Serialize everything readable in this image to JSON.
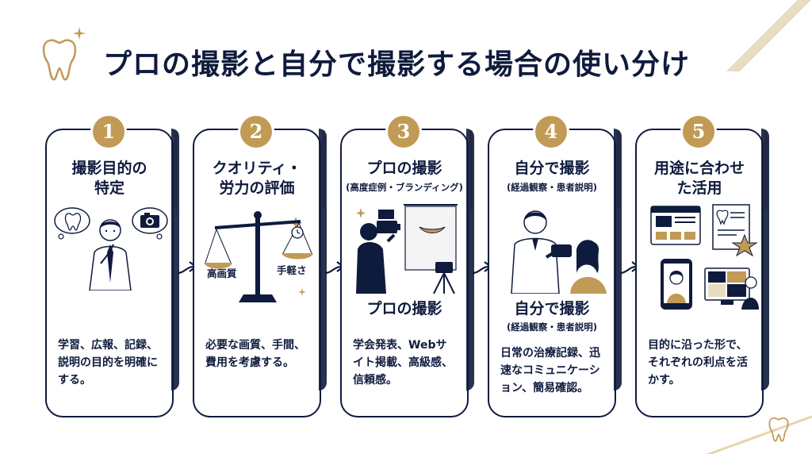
{
  "title": "プロの撮影と自分で撮影する場合の使い分け",
  "steps": [
    {
      "number": "1",
      "title_line1": "撮影目的の",
      "title_line2": "特定",
      "desc": "学習、広報、記録、説明の目的を明確にする。"
    },
    {
      "number": "2",
      "title_line1": "クオリティ・",
      "title_line2": "労力の評価",
      "scale_left": "高画質",
      "scale_right": "手軽さ",
      "desc": "必要な画質、手間、費用を考慮する。"
    },
    {
      "number": "3",
      "title_line1": "プロの撮影",
      "subtitle": "(高度症例・ブランディング)",
      "mid_title": "プロの撮影",
      "desc": "学会発表、Webサイト掲載、高級感、信頼感。"
    },
    {
      "number": "4",
      "title_line1": "自分で撮影",
      "subtitle": "(経過観察・患者説明)",
      "mid_title": "自分で撮影",
      "mid_subtitle": "(経過観察・患者説明)",
      "desc": "日常の治療記録、迅速なコミュニケーション、簡易確認。"
    },
    {
      "number": "5",
      "title_line1": "用途に合わせ",
      "title_line2": "た活用",
      "desc": "目的に沿った形で、それぞれの利点を活かす。"
    }
  ],
  "colors": {
    "navy": "#0f1b3d",
    "gold": "#c19a55",
    "light_gold": "#e8dcc0"
  }
}
